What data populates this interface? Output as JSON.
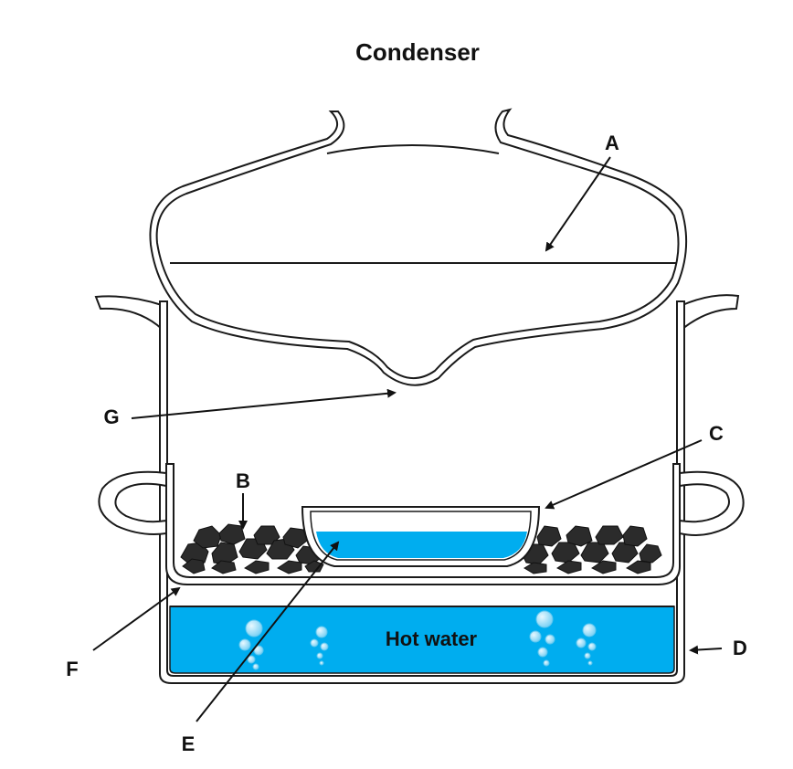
{
  "title": "Condenser",
  "labels": {
    "A": "A",
    "B": "B",
    "C": "C",
    "D": "D",
    "E": "E",
    "F": "F",
    "G": "G"
  },
  "water_label": "Hot water",
  "colors": {
    "outline": "#1a1a1a",
    "water": "#00adef",
    "bubble": "#8fdcfa",
    "coal": "#2b2b2b",
    "background": "#ffffff"
  }
}
